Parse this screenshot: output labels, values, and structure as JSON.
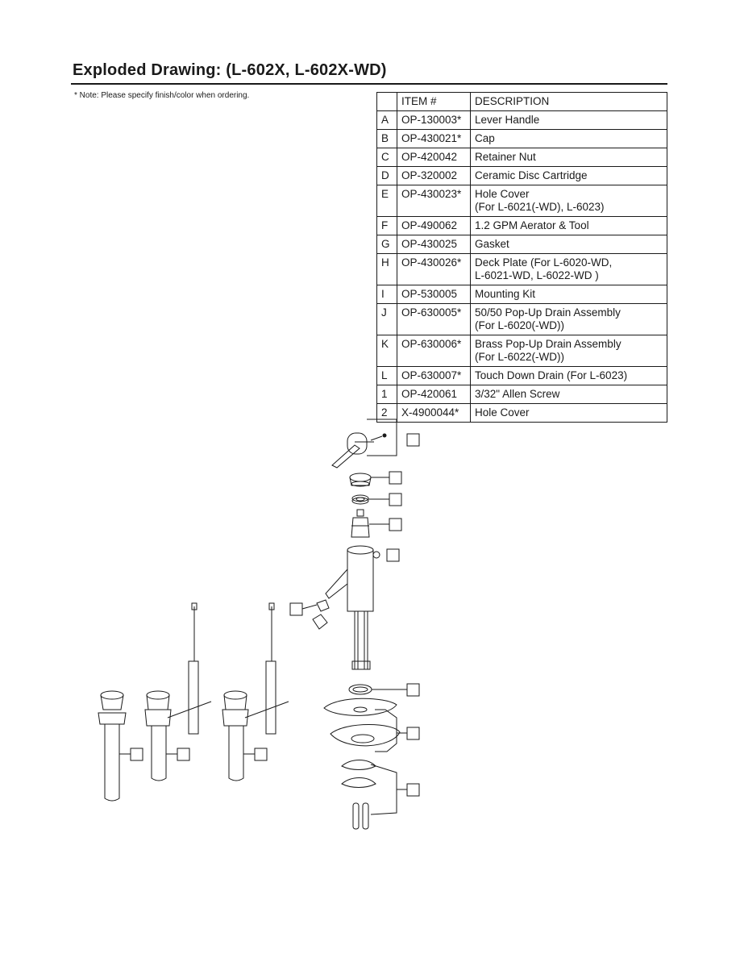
{
  "header": {
    "title": "Exploded Drawing: (L-602X, L-602X-WD)",
    "note": "* Note: Please specify finish/color when ordering."
  },
  "table": {
    "headers": [
      "",
      "ITEM #",
      "DESCRIPTION"
    ],
    "rows": [
      {
        "key": "A",
        "item": "OP-130003*",
        "desc": "Lever Handle",
        "desc2": ""
      },
      {
        "key": "B",
        "item": "OP-430021*",
        "desc": "Cap",
        "desc2": ""
      },
      {
        "key": "C",
        "item": "OP-420042",
        "desc": "Retainer Nut",
        "desc2": ""
      },
      {
        "key": "D",
        "item": "OP-320002",
        "desc": "Ceramic Disc Cartridge",
        "desc2": ""
      },
      {
        "key": "E",
        "item": "OP-430023*",
        "desc": "Hole Cover",
        "desc2": "(For L-6021(-WD), L-6023)"
      },
      {
        "key": "F",
        "item": "OP-490062",
        "desc": "1.2 GPM Aerator & Tool",
        "desc2": ""
      },
      {
        "key": "G",
        "item": "OP-430025",
        "desc": "Gasket",
        "desc2": ""
      },
      {
        "key": "H",
        "item": "OP-430026*",
        "desc": "Deck Plate (For L-6020-WD,",
        "desc2": "L-6021-WD, L-6022-WD )"
      },
      {
        "key": "I",
        "item": "OP-530005",
        "desc": "Mounting Kit",
        "desc2": ""
      },
      {
        "key": "J",
        "item": "OP-630005*",
        "desc": "50/50 Pop-Up Drain Assembly",
        "desc2": "(For L-6020(-WD))"
      },
      {
        "key": "K",
        "item": "OP-630006*",
        "desc": "Brass Pop-Up Drain Assembly",
        "desc2": "(For L-6022(-WD))"
      },
      {
        "key": "L",
        "item": "OP-630007*",
        "desc": "Touch Down Drain (For L-6023)",
        "desc2": ""
      },
      {
        "key": "1",
        "item": "OP-420061",
        "desc": "3/32\" Allen Screw",
        "desc2": ""
      },
      {
        "key": "2",
        "item": "X-4900044*",
        "desc": "Hole Cover",
        "desc2": ""
      }
    ]
  },
  "colors": {
    "ink": "#1a1a1a",
    "paper": "#ffffff"
  }
}
